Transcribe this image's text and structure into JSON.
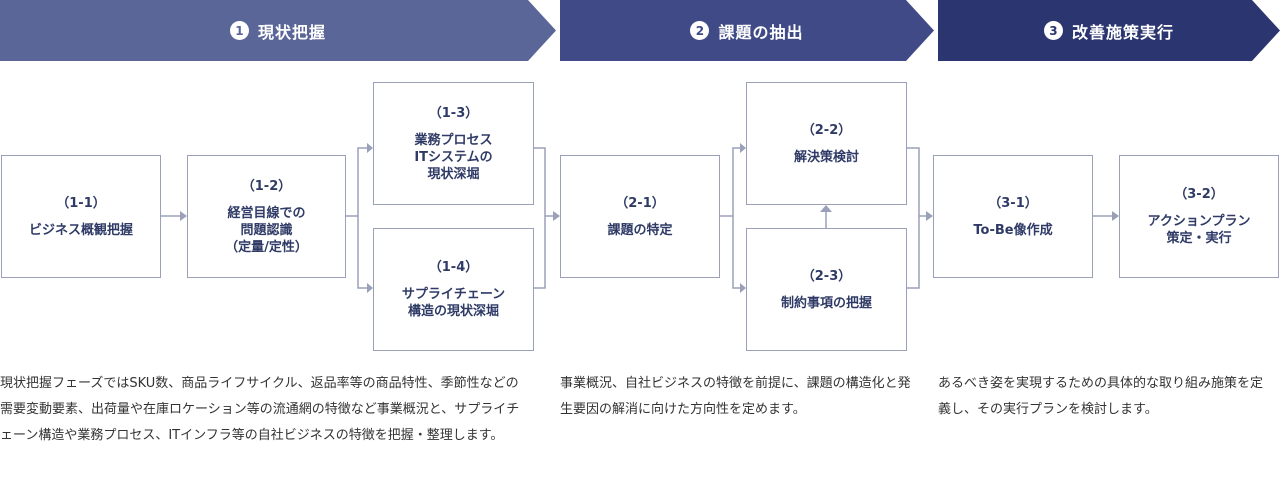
{
  "phases": [
    {
      "num": "1",
      "label": "現状把握",
      "color": "#5a6698"
    },
    {
      "num": "2",
      "label": "課題の抽出",
      "color": "#3f4a86"
    },
    {
      "num": "3",
      "label": "改善施策実行",
      "color": "#2b3670"
    }
  ],
  "boxes": {
    "b11": {
      "code": "（1-1）",
      "title": "ビジネス概観把握"
    },
    "b12": {
      "code": "（1-2）",
      "title": "経営目線での\n問題認識\n（定量/定性）"
    },
    "b13": {
      "code": "（1-3）",
      "title": "業務プロセス\nITシステムの\n現状深堀"
    },
    "b14": {
      "code": "（1-4）",
      "title": "サプライチェーン\n構造の現状深堀"
    },
    "b21": {
      "code": "（2-1）",
      "title": "課題の特定"
    },
    "b22": {
      "code": "（2-2）",
      "title": "解決策検討"
    },
    "b23": {
      "code": "（2-3）",
      "title": "制約事項の把握"
    },
    "b31": {
      "code": "（3-1）",
      "title": "To-Be像作成"
    },
    "b32": {
      "code": "（3-2）",
      "title": "アクションプラン\n策定・実行"
    }
  },
  "descriptions": [
    "現状把握フェーズではSKU数、商品ライフサイクル、返品率等の商品特性、季節性などの需要変動要素、出荷量や在庫ロケーション等の流通網の特徴など事業概況と、サプライチェーン構造や業務プロセス、ITインフラ等の自社ビジネスの特徴を把握・整理します。",
    "事業概況、自社ビジネスの特徴を前提に、課題の構造化と発生要因の解消に向けた方向性を定めます。",
    "あるべき姿を実現するための具体的な取り組み施策を定義し、その実行プランを検討します。"
  ],
  "colors": {
    "box_border": "#9aa0b8",
    "box_text": "#2f3b66",
    "arrow": "#9aa0b8"
  }
}
